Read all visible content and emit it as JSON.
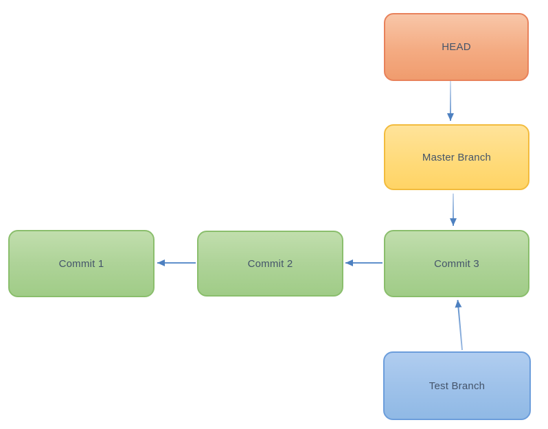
{
  "diagram": {
    "type": "flowchart",
    "description_visible": false
  },
  "nodes": [
    {
      "id": "head",
      "label": "HEAD",
      "shape": "rounded-rectangle",
      "fill_top": "#F8C6A8",
      "fill_bottom": "#F09C6E",
      "border": "#E8815A"
    },
    {
      "id": "master",
      "label": "Master Branch",
      "shape": "rounded-rectangle",
      "fill_top": "#FFE39A",
      "fill_bottom": "#FFD466",
      "border": "#F2BB3D"
    },
    {
      "id": "commit3",
      "label": "Commit 3",
      "shape": "rounded-rectangle",
      "fill_top": "#C1DEAD",
      "fill_bottom": "#A0CC87",
      "border": "#8ABE6C"
    },
    {
      "id": "commit2",
      "label": "Commit 2",
      "shape": "rounded-rectangle",
      "fill_top": "#C1DEAD",
      "fill_bottom": "#A0CC87",
      "border": "#8ABE6C"
    },
    {
      "id": "commit1",
      "label": "Commit 1",
      "shape": "rounded-rectangle",
      "fill_top": "#C1DEAD",
      "fill_bottom": "#A0CC87",
      "border": "#8ABE6C"
    },
    {
      "id": "test",
      "label": "Test Branch",
      "shape": "rounded-rectangle",
      "fill_top": "#B0CDF0",
      "fill_bottom": "#90B9E5",
      "border": "#6B9DDB"
    }
  ],
  "edges": [
    {
      "from": "head",
      "to": "master",
      "direction": "down"
    },
    {
      "from": "master",
      "to": "commit3",
      "direction": "down"
    },
    {
      "from": "commit3",
      "to": "commit2",
      "direction": "left"
    },
    {
      "from": "commit2",
      "to": "commit1",
      "direction": "left"
    },
    {
      "from": "test",
      "to": "commit3",
      "direction": "up"
    }
  ],
  "colors": {
    "arrow_line": "#5E8FCB",
    "arrow_head": "#4D80C0",
    "text": "#44546A",
    "background": "#FFFFFF"
  }
}
